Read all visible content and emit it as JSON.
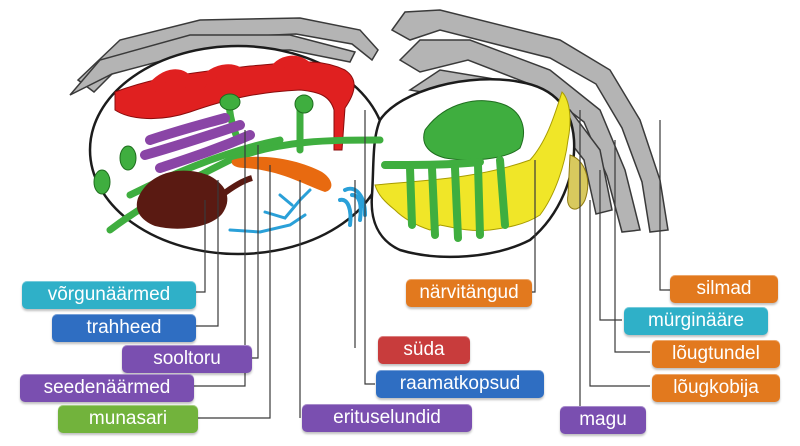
{
  "labels": {
    "vorgunaarmed": "võrgunäärmed",
    "trahheed": "trahheed",
    "sooltoru": "sooltoru",
    "seedenaarmed": "seedenäärmed",
    "munasari": "munasari",
    "suda": "süda",
    "raamatkopsud": "raamatkopsud",
    "erituselundid": "erituselundid",
    "narvitangud": "närvitängud",
    "magu": "magu",
    "silmad": "silmad",
    "murginaare": "mürginääre",
    "lougtundel": "lõugtundel",
    "lougkobija": "lõugkobija"
  },
  "colors": {
    "cyan_label": "#2fb0c8",
    "blue_label": "#2f6ec2",
    "purple_label": "#7a4fb0",
    "green_label": "#72b33c",
    "red_label": "#c83c3c",
    "orange_label": "#e2791e",
    "nervous_green": "#3fae3f",
    "heart_red": "#e02020",
    "digestive_purple": "#8a45a6",
    "ovary_brown": "#5a1a12",
    "excretory_orange": "#e86a10",
    "trachea_blue": "#2aa0d8",
    "stomach_yellow": "#f0e628",
    "leg_gray": "#8c8c8c"
  }
}
